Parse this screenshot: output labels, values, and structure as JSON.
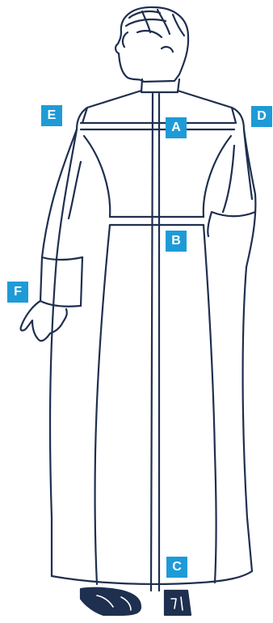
{
  "colors": {
    "line": "#1f2f4f",
    "marker_bg": "#1e9bd7",
    "marker_text": "#ffffff",
    "background": "#ffffff"
  },
  "markers": {
    "a": "A",
    "b": "B",
    "c": "C",
    "d": "D",
    "e": "E",
    "f": "F"
  }
}
